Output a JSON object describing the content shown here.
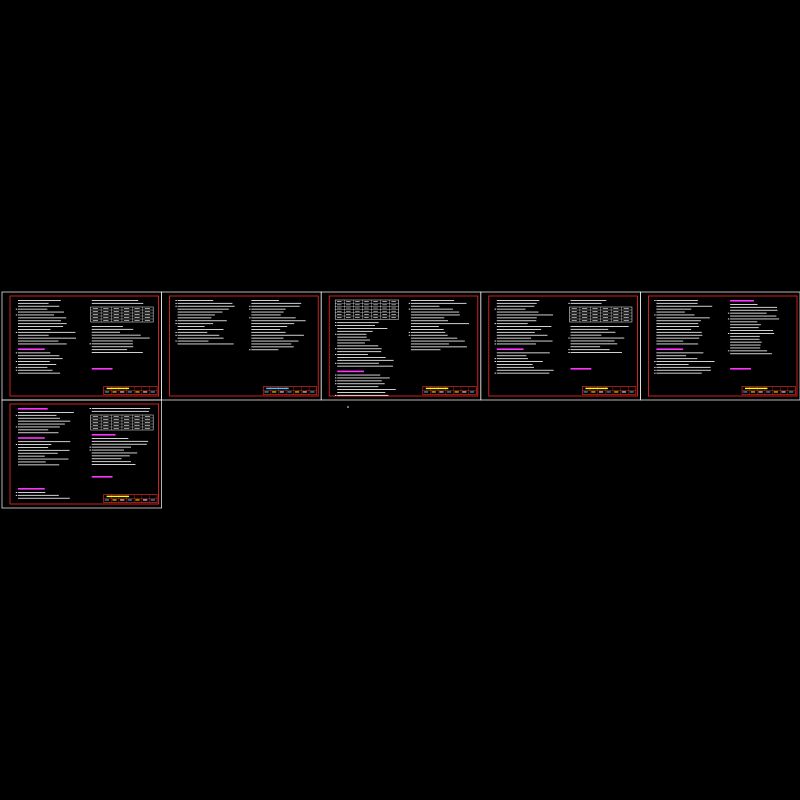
{
  "drawing": {
    "background": "#000000",
    "sheet_border_color": "#ffffff",
    "frame_color": "#ff2a2a",
    "text_color": "#ffffff",
    "heading_color": "#ff33ff",
    "titleblock_highlight": "#ffff00",
    "titleblock_accent": "#33ccff"
  },
  "sheets": [
    {
      "id": "sheet-1",
      "row": 0,
      "col": 0,
      "has_table_right": true,
      "has_table_left": false,
      "magenta_headings": 1,
      "titleblock_style": "yellow"
    },
    {
      "id": "sheet-2",
      "row": 0,
      "col": 1,
      "has_table_right": false,
      "has_table_left": false,
      "magenta_headings": 0,
      "titleblock_style": "mixed"
    },
    {
      "id": "sheet-3",
      "row": 0,
      "col": 2,
      "has_table_right": false,
      "has_table_left": true,
      "magenta_headings": 2,
      "titleblock_style": "yellow"
    },
    {
      "id": "sheet-4",
      "row": 0,
      "col": 3,
      "has_table_right": true,
      "has_table_left": false,
      "magenta_headings": 1,
      "titleblock_style": "yellow"
    },
    {
      "id": "sheet-5",
      "row": 0,
      "col": 4,
      "has_table_right": false,
      "has_table_left": false,
      "magenta_headings": 3,
      "titleblock_style": "yellow"
    },
    {
      "id": "sheet-6",
      "row": 1,
      "col": 0,
      "has_table_right": true,
      "has_table_left": false,
      "magenta_headings": 4,
      "titleblock_style": "yellow"
    }
  ]
}
